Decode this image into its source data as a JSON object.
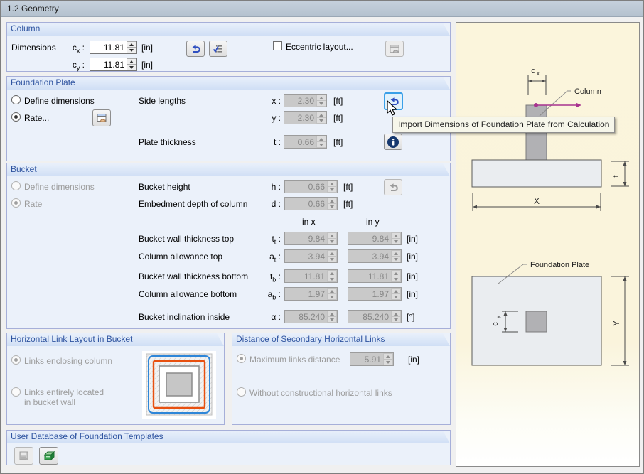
{
  "window": {
    "title": "1.2 Geometry"
  },
  "misc": {
    "colon": ":"
  },
  "column": {
    "header": "Column",
    "dimensions_label": "Dimensions",
    "cx": {
      "sym": "c",
      "sub": "x",
      "value": "11.81",
      "unit": "[in]"
    },
    "cy": {
      "sym": "c",
      "sub": "y",
      "value": "11.81",
      "unit": "[in]"
    },
    "eccentric_label": "Eccentric layout..."
  },
  "foundation_plate": {
    "header": "Foundation Plate",
    "define_dimensions_label": "Define dimensions",
    "rate_label": "Rate...",
    "side_lengths_label": "Side lengths",
    "x": {
      "sym": "x",
      "value": "2.30",
      "unit": "[ft]"
    },
    "y": {
      "sym": "y",
      "value": "2.30",
      "unit": "[ft]"
    },
    "plate_thickness_label": "Plate thickness",
    "t": {
      "sym": "t",
      "value": "0.66",
      "unit": "[ft]"
    }
  },
  "tooltip": "Import Dimensions of Foundation Plate from Calculation",
  "bucket": {
    "header": "Bucket",
    "define_dimensions_label": "Define dimensions",
    "rate_label": "Rate",
    "bucket_height_label": "Bucket height",
    "h": {
      "sym": "h",
      "value": "0.66",
      "unit": "[ft]"
    },
    "embedment_label": "Embedment depth of column",
    "d": {
      "sym": "d",
      "value": "0.66",
      "unit": "[ft]"
    },
    "col_in_x": "in x",
    "col_in_y": "in y",
    "rows": [
      {
        "label": "Bucket wall thickness top",
        "sym": "t",
        "sub": "t",
        "x": "9.84",
        "y": "9.84",
        "unit": "[in]"
      },
      {
        "label": "Column allowance top",
        "sym": "a",
        "sub": "t",
        "x": "3.94",
        "y": "3.94",
        "unit": "[in]"
      },
      {
        "label": "Bucket wall thickness bottom",
        "sym": "t",
        "sub": "b",
        "x": "11.81",
        "y": "11.81",
        "unit": "[in]"
      },
      {
        "label": "Column allowance bottom",
        "sym": "a",
        "sub": "b",
        "x": "1.97",
        "y": "1.97",
        "unit": "[in]"
      },
      {
        "label": "Bucket inclination inside",
        "sym": "α",
        "sub": "",
        "x": "85.240",
        "y": "85.240",
        "unit": "[°]"
      }
    ]
  },
  "link_layout": {
    "header": "Horizontal Link Layout in Bucket",
    "option1": "Links enclosing column",
    "option2_line1": "Links entirely located",
    "option2_line2": "in bucket wall"
  },
  "secondary_links": {
    "header": "Distance of Secondary Horizontal Links",
    "option1": "Maximum links distance",
    "value": "5.91",
    "unit": "[in]",
    "option2": "Without constructional horizontal links"
  },
  "user_db": {
    "header": "User Database of Foundation Templates"
  },
  "diagram": {
    "cx_sym": "c",
    "cx_sub": "x",
    "column_label": "Column",
    "t_label": "t",
    "x_label": "X",
    "foundation_plate_label": "Foundation Plate",
    "cy_sym": "c",
    "cy_sub": "y",
    "y_label": "Y"
  },
  "colors": {
    "group_header_text": "#2F54A0",
    "panel_cream": "#FBF5DC",
    "hover_border": "#3AA0E8",
    "magenta_axis": "#A8338F",
    "link_blue": "#2E86D8",
    "link_orange": "#E8500F",
    "db_green": "#35A14B",
    "disabled_text": "#9C9C9C"
  }
}
